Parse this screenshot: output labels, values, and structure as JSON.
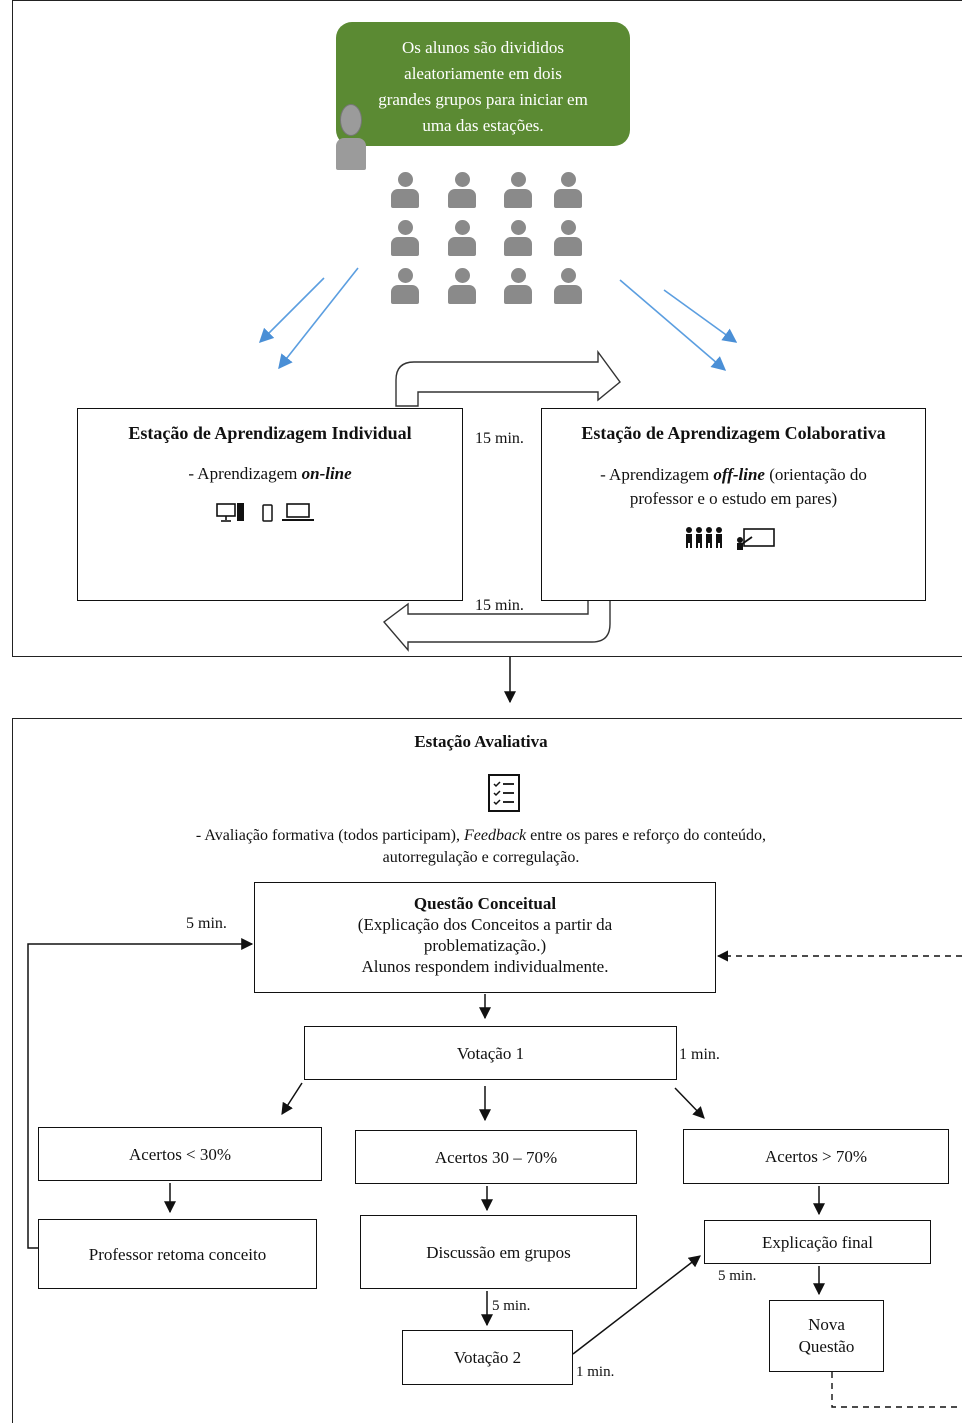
{
  "intro": {
    "green_text": [
      "Os alunos são divididos",
      "aleatoriamente em dois",
      "grandes grupos para iniciar em",
      "uma das estações."
    ]
  },
  "stations": {
    "individual": {
      "title": "Estação de Aprendizagem Individual",
      "desc_prefix": "- Aprendizagem ",
      "desc_em": "on-line",
      "icons": [
        "desktop-icon",
        "phone-icon",
        "laptop-icon"
      ]
    },
    "collaborative": {
      "title": "Estação de Aprendizagem Colaborativa",
      "desc_prefix": "- Aprendizagem ",
      "desc_em": "off-line",
      "desc_suffix": " (orientação do",
      "desc_line2": "professor e o estudo em pares)",
      "icons": [
        "group-icon",
        "teacher-board-icon"
      ]
    },
    "rotation_top": "15 min.",
    "rotation_bottom": "15 min."
  },
  "evaluation": {
    "title": "Estação Avaliativa",
    "icon": "checklist-icon",
    "desc_prefix": "- Avaliação formativa (todos participam), ",
    "desc_em": "Feedback",
    "desc_suffix": " entre os pares e reforço do conteúdo,",
    "desc_line2": "autorregulação e corregulação.",
    "concept": {
      "title": "Questão Conceitual",
      "line1": "(Explicação dos Conceitos a partir da",
      "line2": "problematização.)",
      "line3": "Alunos respondem individualmente."
    },
    "vote1": "Votação 1",
    "low": "Acertos < 30%",
    "mid": "Acertos 30 – 70%",
    "high": "Acertos > 70%",
    "teacher_review": "Professor retoma conceito",
    "group_discussion": "Discussão em grupos",
    "final_explanation": "Explicação final",
    "new_question": "Nova Questão",
    "vote2": "Votação 2",
    "t_5min_concept": "5 min.",
    "t_1min_vote1": "1 min.",
    "t_5min_discussion": "5 min.",
    "t_1min_vote2": "1 min.",
    "t_5min_final": "5 min."
  }
}
